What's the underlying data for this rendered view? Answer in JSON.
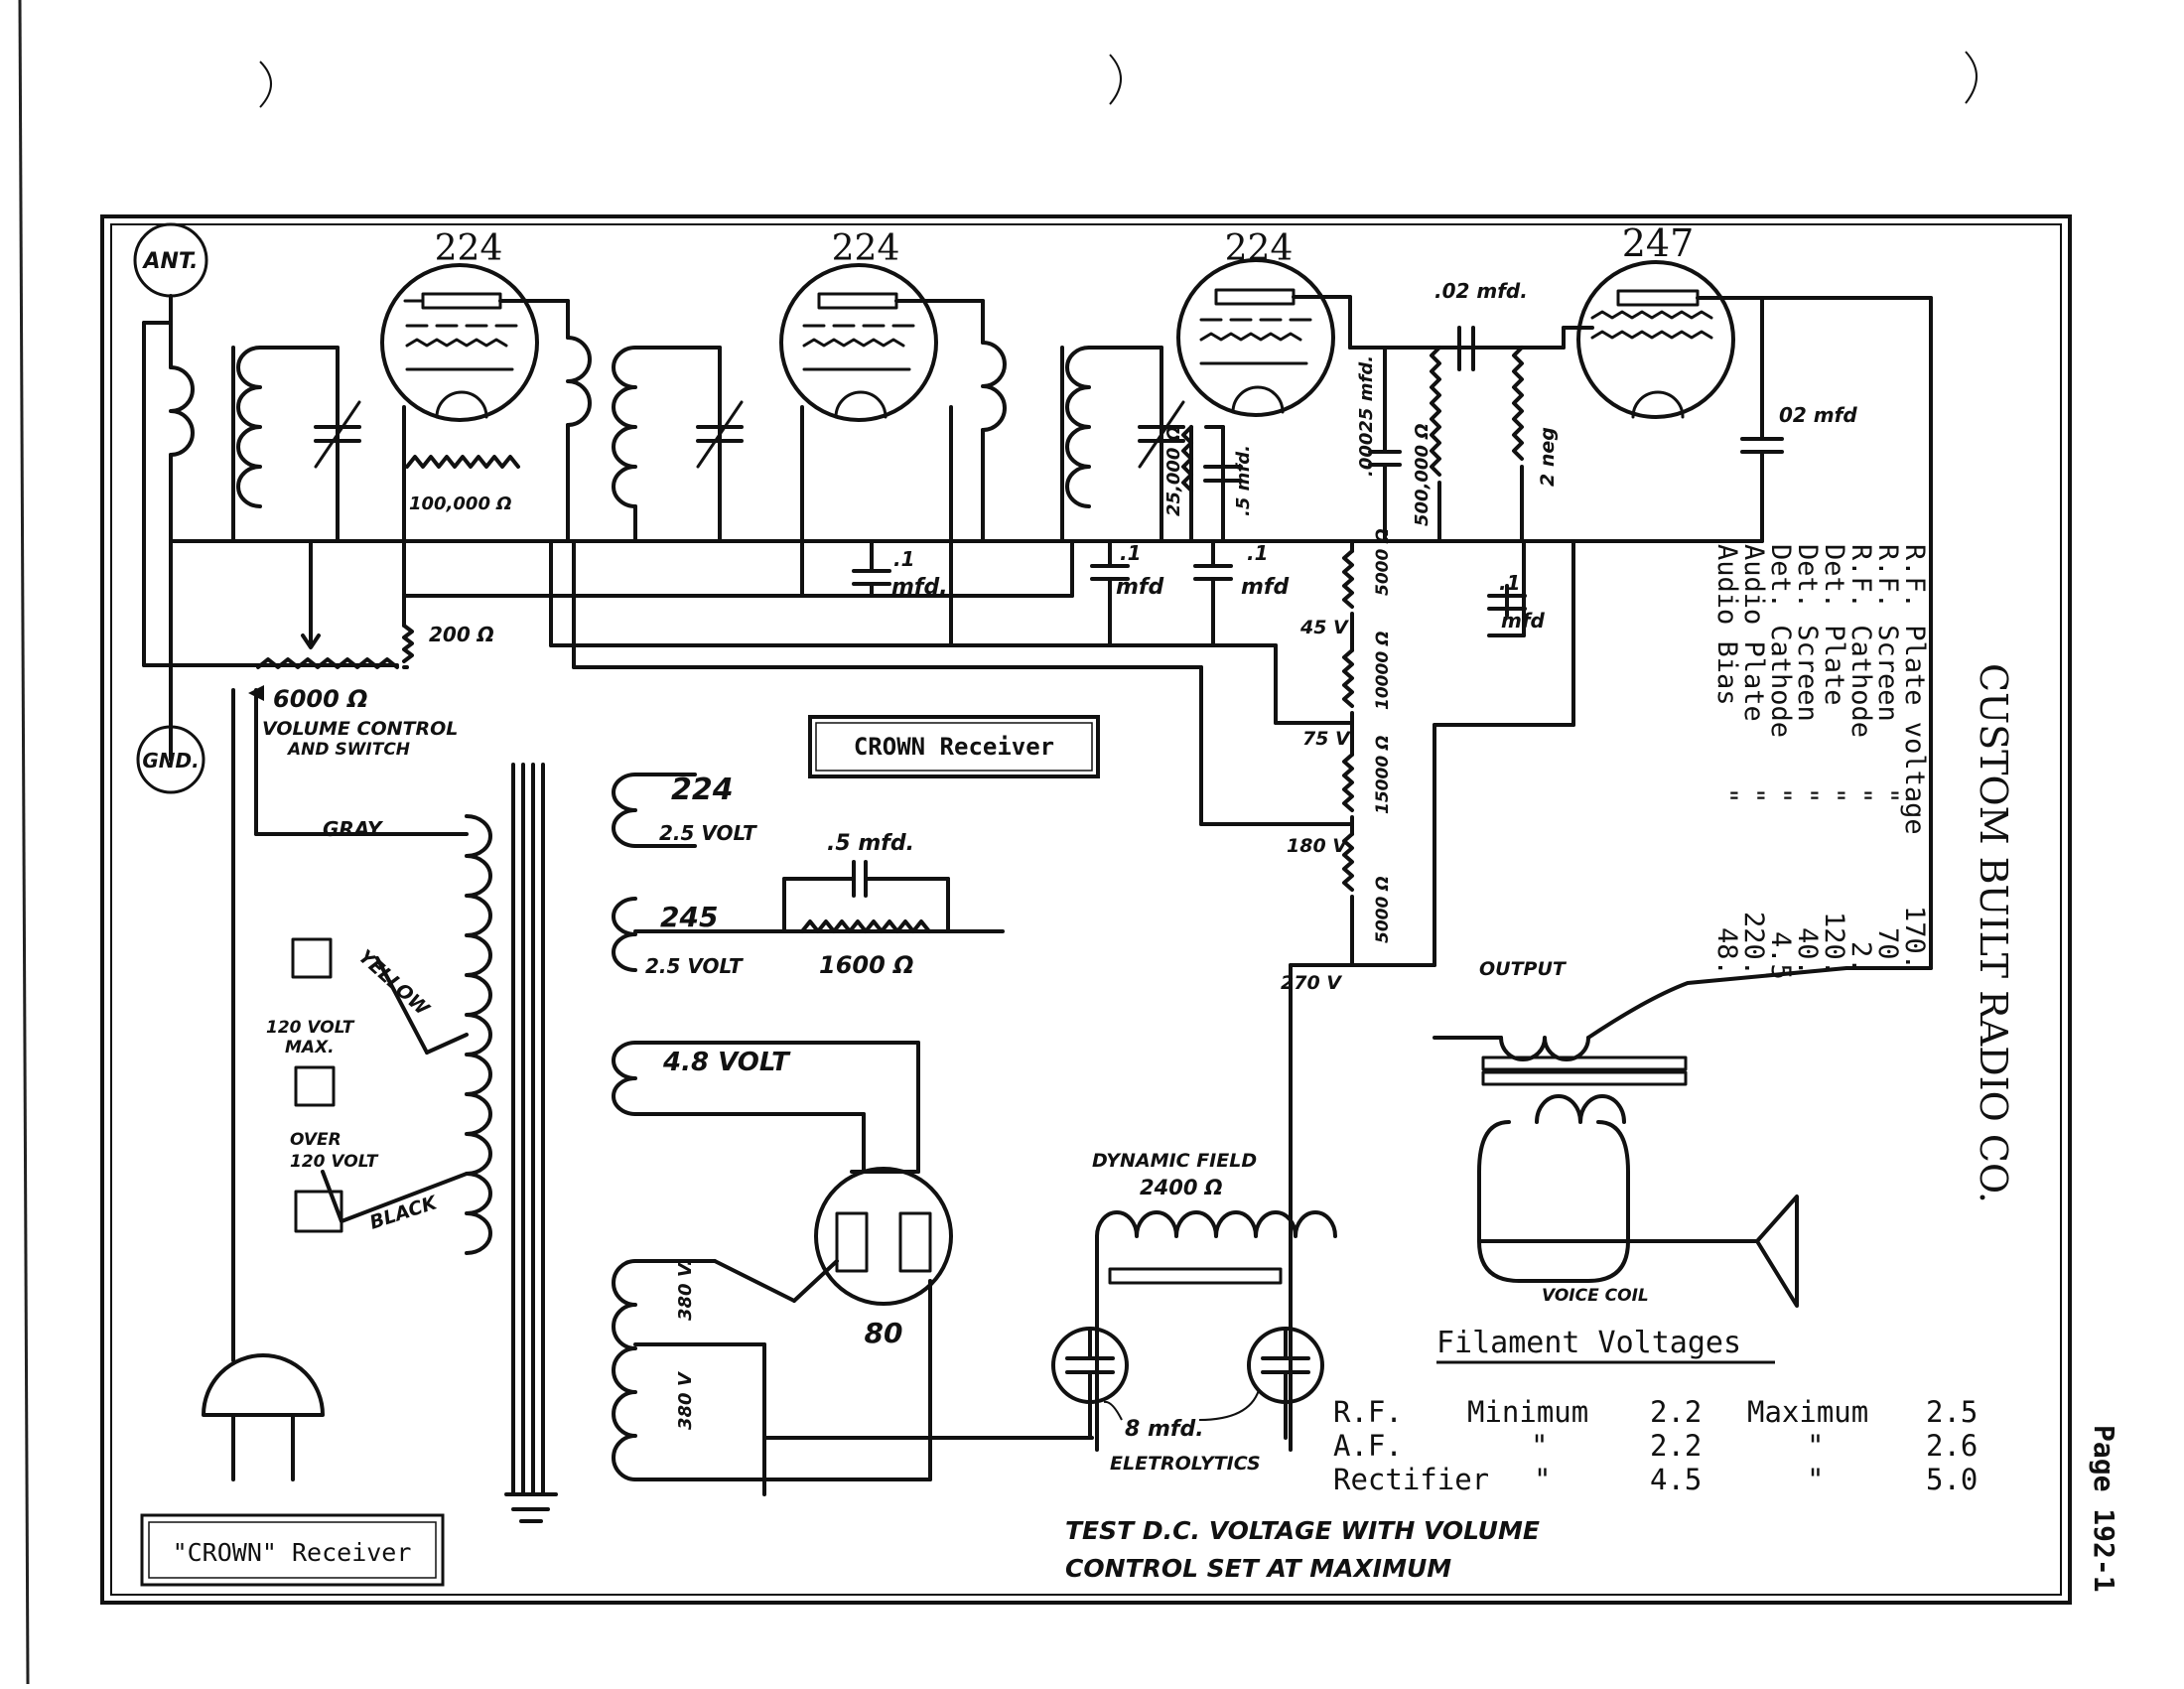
{
  "title": "CUSTOM BUILT RADIO CO.",
  "page": "Page 192-1",
  "receiver_label": "CROWN Receiver",
  "bottom_label": "\"CROWN\" Receiver",
  "antenna": "ANT.",
  "ground": "GND.",
  "tubes": {
    "t1": "224",
    "t2": "224",
    "t3": "224",
    "t4": "247",
    "rect": "80"
  },
  "components": {
    "cap_02_top": ".02 mfd.",
    "cap_02_right": "02 mfd",
    "r100000": "100,000 Ω",
    "r200": "200 Ω",
    "r6000": "6000 Ω",
    "volume_control": "VOLUME CONTROL",
    "and_switch": "AND SWITCH",
    "c1_a": ".1",
    "c1_a2": "mfd.",
    "c1_b": ".1",
    "c1_b2": "mfd",
    "c1_c": ".1",
    "c1_c2": "mfd",
    "c1_d": ".1",
    "c1_d2": "mfd",
    "r25000": "25,000 Ω",
    "c5": ".5 mfd.",
    "c00025": ".00025 mfd.",
    "r500000": "500,000 Ω",
    "neg2": "2 neg",
    "r5000a": "5000 Ω",
    "r10000": "10000 Ω",
    "r15000": "15000 Ω",
    "r5000b": "5000 Ω",
    "v45": "45 V",
    "v75": "75 V",
    "v180": "180 V",
    "v270": "270 V",
    "fil224_tube": "224",
    "fil224_volt": "2.5 VOLT",
    "fil245_tube": "245",
    "fil245_volt": "2.5 VOLT",
    "bias_cap": ".5 mfd.",
    "r1600": "1600 Ω",
    "fil48": "4.8 VOLT",
    "hv1": "380 V.",
    "hv2": "380 V",
    "gray": "GRAY",
    "yellow": "YELLOW",
    "black": "BLACK",
    "max120": "120 VOLT",
    "max120b": "MAX.",
    "over120": "OVER",
    "over120b": "120 VOLT",
    "dynamic_field": "DYNAMIC FIELD",
    "field_res": "2400 Ω",
    "electrolytics_cap": "8 mfd.",
    "electrolytics": "ELETROLYTICS",
    "output": "OUTPUT",
    "voice_coil": "VOICE COIL"
  },
  "voltage_table": [
    {
      "label": "R.F. Plate voltage",
      "value": "170."
    },
    {
      "label": "R.F. Screen",
      "ditto": "\"",
      "value": "70."
    },
    {
      "label": "R.F. Cathode",
      "ditto": "\"",
      "value": "2."
    },
    {
      "label": "Det. Plate",
      "ditto": "\"",
      "value": "120."
    },
    {
      "label": "Det. Screen",
      "ditto": "\"",
      "value": "40."
    },
    {
      "label": "Det. Cathode",
      "ditto": "\"",
      "value": "4.5"
    },
    {
      "label": "Audio Plate",
      "ditto": "\"",
      "value": "220."
    },
    {
      "label": "Audio Bias",
      "ditto": "\"",
      "value": "48."
    }
  ],
  "filament": {
    "heading": "Filament Voltages",
    "rows": [
      {
        "name": "R.F.",
        "min_label": "Minimum",
        "min": "2.2",
        "max_label": "Maximum",
        "max": "2.5"
      },
      {
        "name": "A.F.",
        "min_label": "\"",
        "min": "2.2",
        "max_label": "\"",
        "max": "2.6"
      },
      {
        "name": "Rectifier",
        "min_label": "\"",
        "min": "4.5",
        "max_label": "\"",
        "max": "5.0"
      }
    ]
  },
  "note_line1": "TEST D.C. VOLTAGE WITH VOLUME",
  "note_line2": "CONTROL SET AT MAXIMUM"
}
